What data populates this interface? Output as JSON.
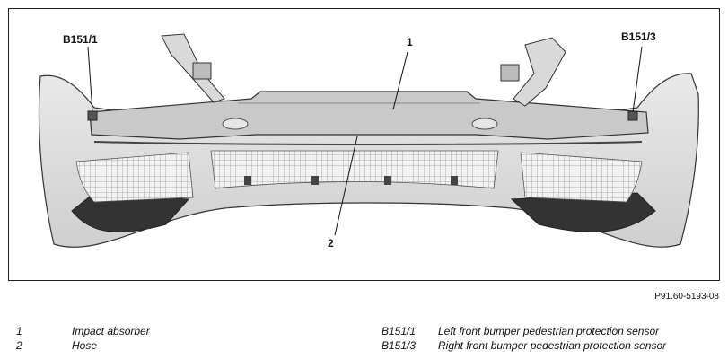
{
  "callouts": {
    "c1": "1",
    "c2": "2",
    "c3": "B151/1",
    "c4": "B151/3"
  },
  "figure_ref": "P91.60-5193-08",
  "legend": {
    "left": [
      {
        "key": "1",
        "text": "Impact absorber"
      },
      {
        "key": "2",
        "text": "Hose"
      }
    ],
    "right": [
      {
        "key": "B151/1",
        "text": "Left front bumper pedestrian protection sensor"
      },
      {
        "key": "B151/3",
        "text": "Right front bumper pedestrian protection sensor"
      }
    ]
  }
}
